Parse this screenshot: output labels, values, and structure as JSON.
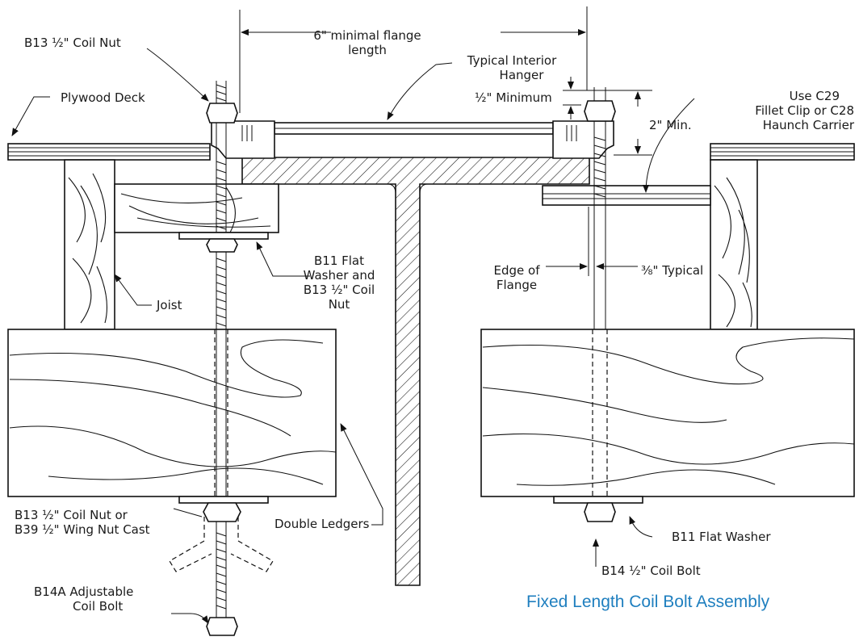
{
  "labels": {
    "coil_nut_top": "B13 ½\" Coil Nut",
    "flange_length_1": "6\" minimal flange",
    "flange_length_2": "length",
    "interior_hanger_1": "Typical Interior",
    "interior_hanger_2": "Hanger",
    "half_minimum": "½\" Minimum",
    "two_min": "2\" Min.",
    "plywood_deck": "Plywood Deck",
    "use_c29_1": "Use C29",
    "use_c29_2": "Fillet Clip or C28",
    "use_c29_3": "Haunch Carrier",
    "b11_flat_1": "B11 Flat",
    "b11_flat_2": "Washer and",
    "b11_flat_3": "B13 ½\" Coil",
    "b11_flat_4": "Nut",
    "edge_flange_1": "Edge of",
    "edge_flange_2": "Flange",
    "three_eighths": "⅜\" Typical",
    "joist": "Joist",
    "coil_nut_or_1": "B13 ½\" Coil Nut or",
    "coil_nut_or_2": "B39 ½\" Wing Nut Cast",
    "double_ledgers": "Double Ledgers",
    "b11_flat_washer": "B11 Flat Washer",
    "b14_coil_bolt": "B14 ½\" Coil Bolt",
    "b14a_1": "B14A Adjustable",
    "b14a_2": "Coil Bolt",
    "caption": "Fixed Length Coil Bolt Assembly"
  },
  "colors": {
    "line": "#111111",
    "caption": "#1f7fbf"
  }
}
